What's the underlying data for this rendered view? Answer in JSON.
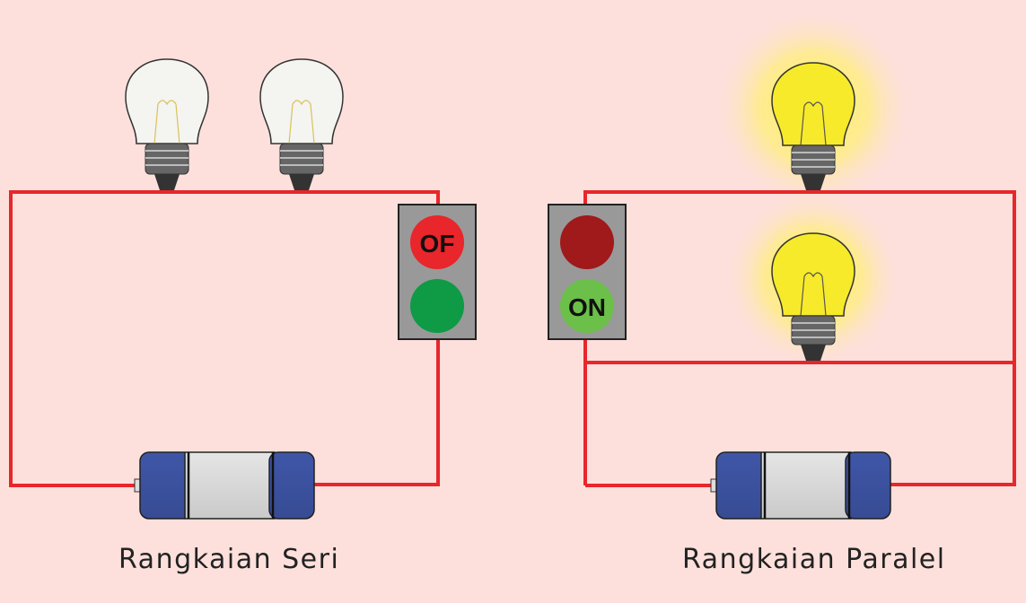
{
  "series_circuit": {
    "caption": "Rangkaian Seri",
    "switch_off_label": "OF"
  },
  "parallel_circuit": {
    "caption": "Rangkaian Paralel",
    "switch_on_label": "ON"
  },
  "colors": {
    "background": "#fde0dc",
    "wire": "#e8262b",
    "switch_panel": "#999999",
    "off_button_active": "#e8262b",
    "on_button_inactive": "#0f9a45",
    "off_button_inactive": "#a0191b",
    "on_button_active": "#6cc04a",
    "bulb_unlit": "#f2f2ee",
    "bulb_lit": "#f7ea2a",
    "battery_cap": "#3f56a8",
    "battery_body": "#e5e5e5"
  }
}
